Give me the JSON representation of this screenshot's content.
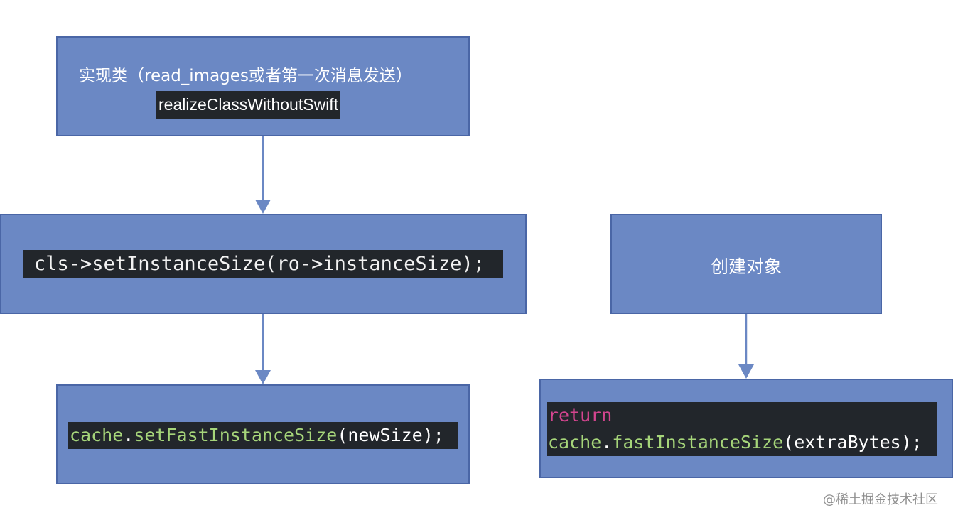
{
  "nodes": {
    "realize": {
      "title": "实现类（read_images或者第一次消息发送）",
      "code": "realizeClassWithoutSwift"
    },
    "set_instance_size": {
      "code": "cls->setInstanceSize(ro->instanceSize);"
    },
    "set_fast_instance_size": {
      "obj": "cache",
      "dot": ".",
      "method": "setFastInstanceSize",
      "args": "(newSize);"
    },
    "create_object": {
      "label": "创建对象"
    },
    "fast_instance_size": {
      "keyword": "return",
      "obj": "cache",
      "dot": ".",
      "method": "fastInstanceSize",
      "args": "(extraBytes);"
    }
  },
  "edges": [
    {
      "from": "realize",
      "to": "set_instance_size"
    },
    {
      "from": "set_instance_size",
      "to": "set_fast_instance_size"
    },
    {
      "from": "create_object",
      "to": "fast_instance_size"
    }
  ],
  "colors": {
    "box_fill": "#6b88c4",
    "box_border": "#4a66a6",
    "arrow": "#6b88c4",
    "code_bg": "#22262b",
    "keyword": "#d4458f",
    "property": "#a6d57a"
  },
  "watermark": "@稀土掘金技术社区"
}
